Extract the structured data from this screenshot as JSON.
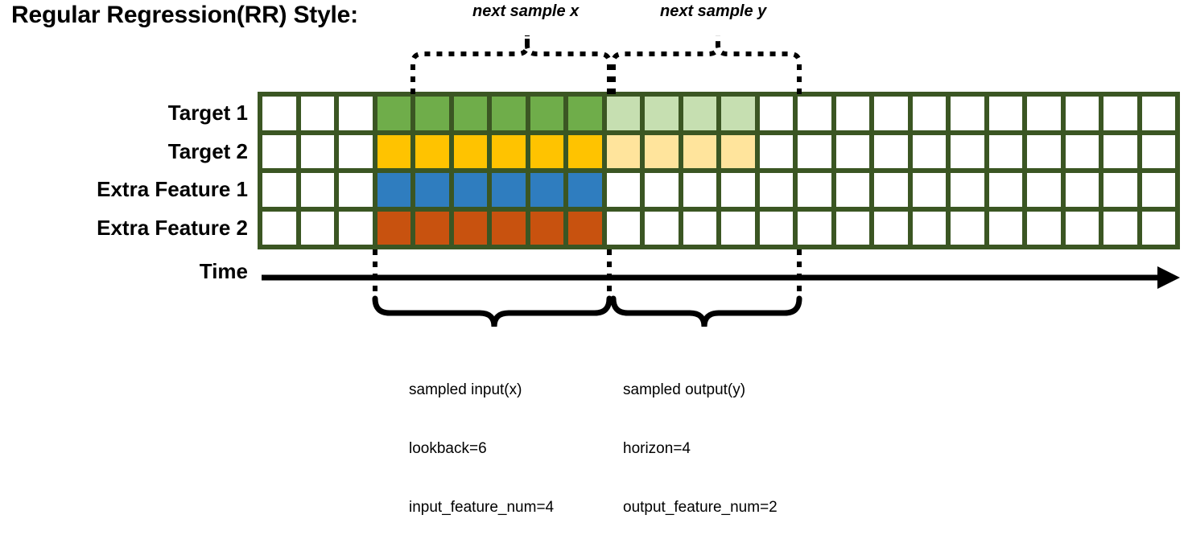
{
  "title": "Regular Regression(RR) Style:",
  "top_braces": [
    {
      "label": "next sample x",
      "name": "next-sample-x"
    },
    {
      "label": "next sample y",
      "name": "next-sample-y"
    }
  ],
  "row_labels": [
    "Target 1",
    "Target 2",
    "Extra Feature 1",
    "Extra Feature 2"
  ],
  "axis": {
    "label": "Time"
  },
  "bottom_braces": [
    {
      "lines": [
        "sampled input(x)",
        "lookback=6",
        "input_feature_num=4"
      ],
      "name": "sampled-input-x"
    },
    {
      "lines": [
        "sampled output(y)",
        "horizon=4",
        "output_feature_num=2"
      ],
      "name": "sampled-output-y"
    }
  ],
  "colors": {
    "grid_border": "#3b5623",
    "dark_green": "#6fad4a",
    "light_green": "#c6dfb1",
    "dark_yellow": "#ffc300",
    "light_yellow": "#ffe49c",
    "blue": "#2f7dbf",
    "orange": "#c8520f",
    "white": "#ffffff",
    "black": "#000000"
  },
  "chart_data": {
    "type": "heatmap",
    "title": "Regular Regression(RR) Style:",
    "columns": 24,
    "rows": [
      "Target 1",
      "Target 2",
      "Extra Feature 1",
      "Extra Feature 2"
    ],
    "lookback": 6,
    "horizon": 4,
    "input_feature_num": 4,
    "output_feature_num": 2,
    "input_start_col": 4,
    "input_end_col": 9,
    "output_start_col": 10,
    "output_end_col": 13,
    "cell_fills": [
      [
        "white",
        "white",
        "white",
        "dark_green",
        "dark_green",
        "dark_green",
        "dark_green",
        "dark_green",
        "dark_green",
        "light_green",
        "light_green",
        "light_green",
        "light_green",
        "white",
        "white",
        "white",
        "white",
        "white",
        "white",
        "white",
        "white",
        "white",
        "white",
        "white"
      ],
      [
        "white",
        "white",
        "white",
        "dark_yellow",
        "dark_yellow",
        "dark_yellow",
        "dark_yellow",
        "dark_yellow",
        "dark_yellow",
        "light_yellow",
        "light_yellow",
        "light_yellow",
        "light_yellow",
        "white",
        "white",
        "white",
        "white",
        "white",
        "white",
        "white",
        "white",
        "white",
        "white",
        "white"
      ],
      [
        "white",
        "white",
        "white",
        "blue",
        "blue",
        "blue",
        "blue",
        "blue",
        "blue",
        "white",
        "white",
        "white",
        "white",
        "white",
        "white",
        "white",
        "white",
        "white",
        "white",
        "white",
        "white",
        "white",
        "white",
        "white"
      ],
      [
        "white",
        "white",
        "white",
        "orange",
        "orange",
        "orange",
        "orange",
        "orange",
        "orange",
        "white",
        "white",
        "white",
        "white",
        "white",
        "white",
        "white",
        "white",
        "white",
        "white",
        "white",
        "white",
        "white",
        "white",
        "white"
      ]
    ],
    "xlabel": "Time",
    "ylabel": "",
    "grid": true,
    "legend": "none"
  }
}
